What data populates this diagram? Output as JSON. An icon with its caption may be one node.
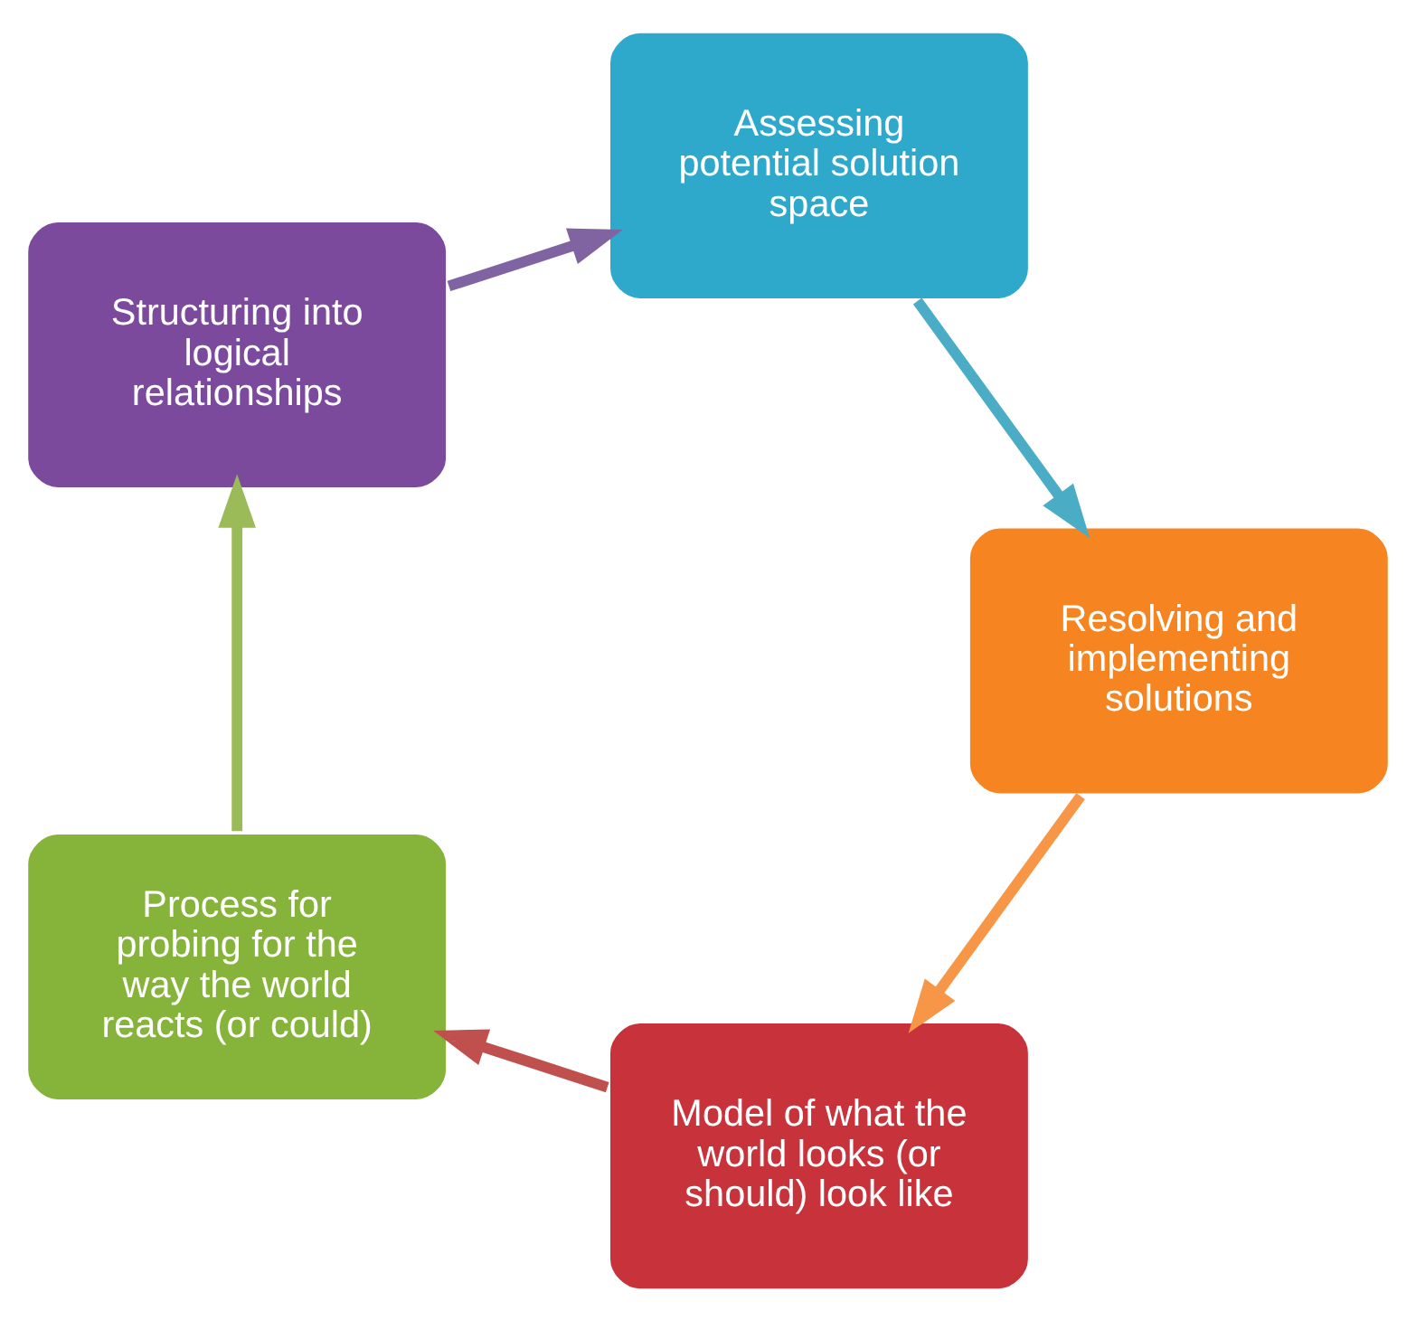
{
  "diagram": {
    "nodes": [
      {
        "text": [
          "Model of what the world looks (or should) look like"
        ]
      },
      {
        "text": [
          "Process for probing for the way the world reacts (or could)"
        ]
      },
      {
        "text": [
          "Structuring into logical relationships"
        ]
      },
      {
        "text": [
          "Assessing potential solution space"
        ]
      },
      {
        "text": [
          "Resolving and implementing solutions"
        ]
      }
    ],
    "edges": [
      {
        "from": 0,
        "to": 1,
        "arrow": "to",
        "color": "#c0504d"
      },
      {
        "from": 1,
        "to": 2,
        "arrow": "to",
        "color": "#9bbb59"
      },
      {
        "from": 2,
        "to": 3,
        "arrow": "to",
        "color": "#8064a2"
      },
      {
        "from": 3,
        "to": 4,
        "arrow": "to",
        "color": "#4bacc6"
      },
      {
        "from": 4,
        "to": 0,
        "arrow": "to",
        "color": "#f79646"
      }
    ]
  }
}
